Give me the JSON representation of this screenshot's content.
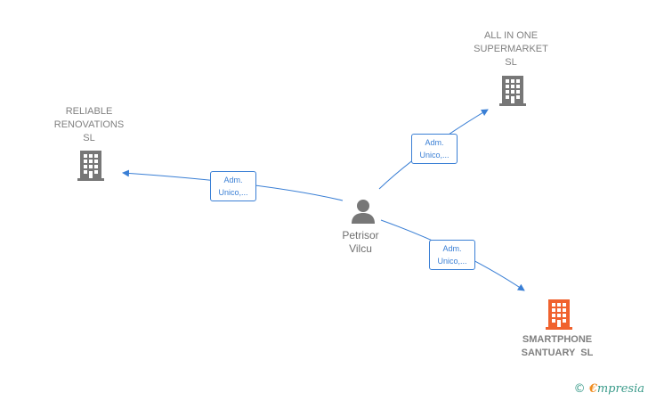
{
  "person": {
    "name_line1": "Petrisor",
    "name_line2": "Vilcu",
    "icon": "person-icon"
  },
  "companies": [
    {
      "id": "reliable",
      "lines": [
        "RELIABLE",
        "RENOVATIONS",
        "SL"
      ],
      "icon": "building-icon",
      "color": "#777777"
    },
    {
      "id": "allinone",
      "lines": [
        "ALL IN ONE",
        "SUPERMARKET",
        "SL"
      ],
      "icon": "building-icon",
      "color": "#777777"
    },
    {
      "id": "smartphone",
      "lines": [
        "SMARTPHONE",
        "SANTUARY  SL"
      ],
      "icon": "building-icon",
      "color": "#f0622e"
    }
  ],
  "roles": [
    {
      "line1": "Adm.",
      "line2": "Unico,..."
    },
    {
      "line1": "Adm.",
      "line2": "Unico,..."
    },
    {
      "line1": "Adm.",
      "line2": "Unico,..."
    }
  ],
  "colors": {
    "edge": "#3a7fd5",
    "highlight": "#f0622e",
    "building": "#777777"
  },
  "brand": {
    "copyright": "©",
    "initial": "€",
    "rest": "mpresia"
  }
}
